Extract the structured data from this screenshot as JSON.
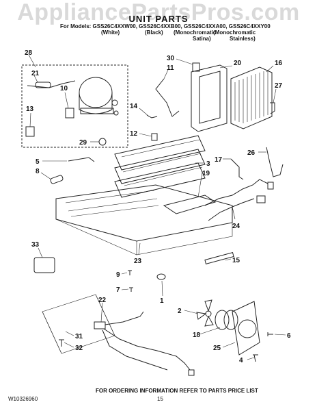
{
  "watermark": "AppliancePartsPros.com",
  "section_title": "UNIT PARTS",
  "models_line": "For Models: GSS26C4XXW00, GSS26C4XXB00, GSS26C4XXA00, GSS26C4XXY00",
  "variants": [
    "(White)",
    "(Black)",
    "(Monochromatic",
    "(Monochromatic"
  ],
  "variants_line2": [
    "Satina)",
    "Stainless)"
  ],
  "part_numbers": [
    "28",
    "21",
    "10",
    "13",
    "29",
    "30",
    "11",
    "20",
    "16",
    "27",
    "14",
    "12",
    "5",
    "8",
    "17",
    "3",
    "19",
    "26",
    "24",
    "33",
    "23",
    "15",
    "9",
    "7",
    "1",
    "22",
    "2",
    "18",
    "31",
    "32",
    "25",
    "6",
    "4"
  ],
  "footer_left": "W10326960",
  "footer_page": "15",
  "footer_note": "FOR ORDERING INFORMATION REFER TO PARTS PRICE LIST",
  "colors": {
    "line": "#222222",
    "watermark": "#d9d9d9"
  }
}
